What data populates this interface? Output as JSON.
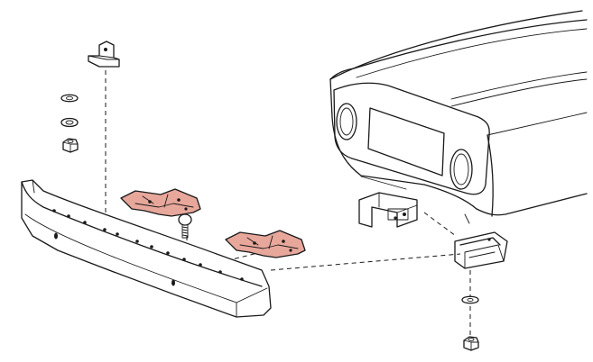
{
  "diagram": {
    "type": "exploded-parts-view",
    "highlight_color": "#e8a79b",
    "ink_color": "#1a1a1a",
    "background_color": "#ffffff",
    "parts": [
      "front-bumper",
      "bumper-bracket-left",
      "bumper-bracket-right",
      "bumper-bolt",
      "mounting-angle-bracket",
      "washer",
      "lock-washer",
      "nut",
      "body-mount-bracket",
      "lower-mount-bracket",
      "car-front-body"
    ]
  }
}
